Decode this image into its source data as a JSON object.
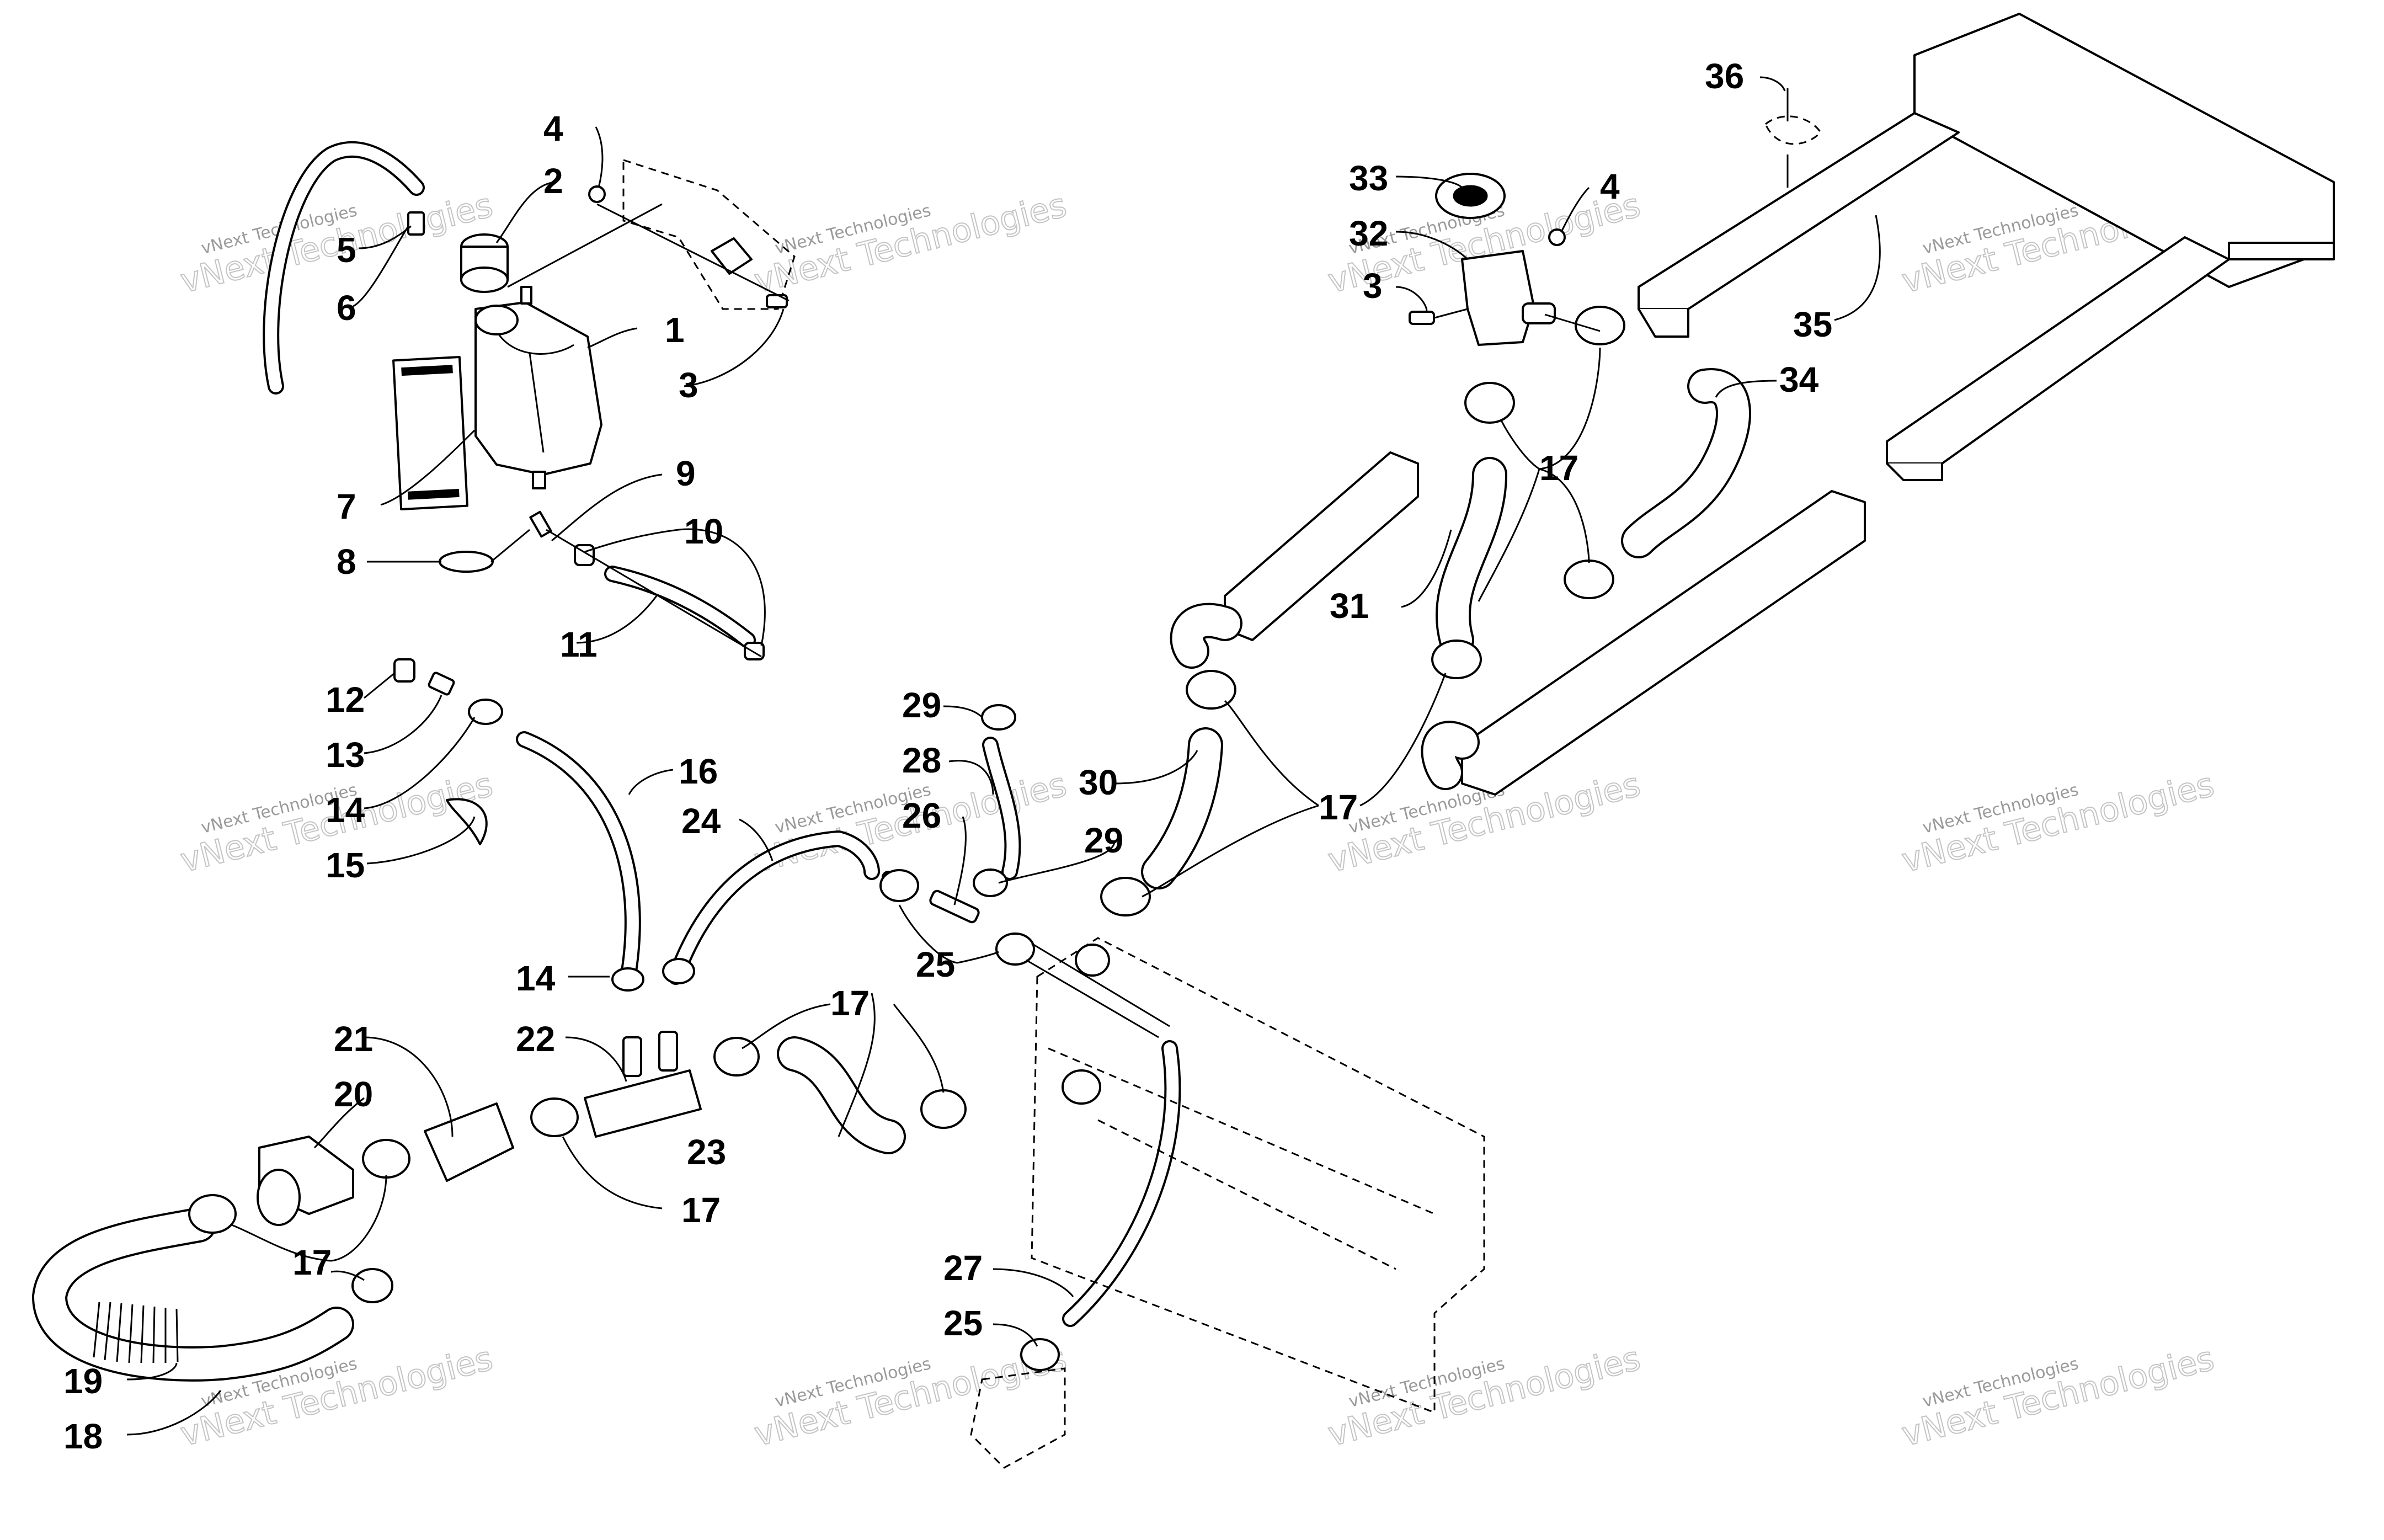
{
  "callouts": [
    {
      "id": "c1",
      "label": "1"
    },
    {
      "id": "c2",
      "label": "2"
    },
    {
      "id": "c3a",
      "label": "3"
    },
    {
      "id": "c4a",
      "label": "4"
    },
    {
      "id": "c5",
      "label": "5"
    },
    {
      "id": "c6",
      "label": "6"
    },
    {
      "id": "c7",
      "label": "7"
    },
    {
      "id": "c8",
      "label": "8"
    },
    {
      "id": "c9",
      "label": "9"
    },
    {
      "id": "c10",
      "label": "10"
    },
    {
      "id": "c11",
      "label": "11"
    },
    {
      "id": "c12",
      "label": "12"
    },
    {
      "id": "c13",
      "label": "13"
    },
    {
      "id": "c14a",
      "label": "14"
    },
    {
      "id": "c15",
      "label": "15"
    },
    {
      "id": "c16",
      "label": "16"
    },
    {
      "id": "c24",
      "label": "24"
    },
    {
      "id": "c14b",
      "label": "14"
    },
    {
      "id": "c21",
      "label": "21"
    },
    {
      "id": "c20",
      "label": "20"
    },
    {
      "id": "c22",
      "label": "22"
    },
    {
      "id": "c17a",
      "label": "17"
    },
    {
      "id": "c17b",
      "label": "17"
    },
    {
      "id": "c17c",
      "label": "17"
    },
    {
      "id": "c19",
      "label": "19"
    },
    {
      "id": "c18",
      "label": "18"
    },
    {
      "id": "c23",
      "label": "23"
    },
    {
      "id": "c29a",
      "label": "29"
    },
    {
      "id": "c28",
      "label": "28"
    },
    {
      "id": "c26",
      "label": "26"
    },
    {
      "id": "c29b",
      "label": "29"
    },
    {
      "id": "c25a",
      "label": "25"
    },
    {
      "id": "c30",
      "label": "30"
    },
    {
      "id": "c17d",
      "label": "17"
    },
    {
      "id": "c27",
      "label": "27"
    },
    {
      "id": "c25b",
      "label": "25"
    },
    {
      "id": "c33",
      "label": "33"
    },
    {
      "id": "c32",
      "label": "32"
    },
    {
      "id": "c3b",
      "label": "3"
    },
    {
      "id": "c4b",
      "label": "4"
    },
    {
      "id": "c17e",
      "label": "17"
    },
    {
      "id": "c31",
      "label": "31"
    },
    {
      "id": "c34",
      "label": "34"
    },
    {
      "id": "c35",
      "label": "35"
    },
    {
      "id": "c36",
      "label": "36"
    }
  ],
  "watermark": {
    "line1": "vNext Technologies",
    "line2": "vNext Technologies"
  }
}
